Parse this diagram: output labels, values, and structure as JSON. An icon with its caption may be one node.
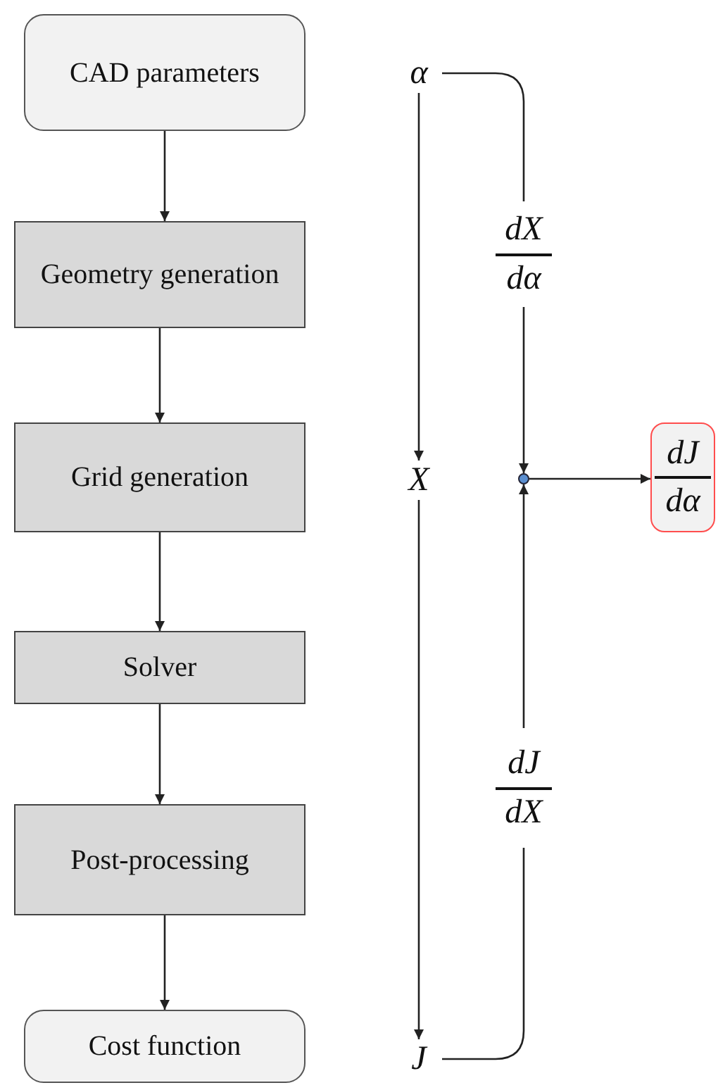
{
  "diagram": {
    "nodes": [
      {
        "text": [
          "CAD parameters"
        ]
      },
      {
        "text": [
          "Geometry generation"
        ]
      },
      {
        "text": [
          "Grid generation"
        ]
      },
      {
        "text": [
          "Solver"
        ]
      },
      {
        "text": [
          "Post-processing"
        ]
      },
      {
        "text": [
          "Cost function"
        ]
      },
      {
        "text": [
          "α"
        ]
      },
      {
        "text": [
          "X"
        ]
      },
      {
        "text": [
          "J"
        ]
      },
      {
        "text": [
          "dX",
          "dα"
        ]
      },
      {
        "text": [],
        "shape": "circle"
      },
      {
        "text": [
          "dJ",
          "dα"
        ]
      },
      {
        "text": [
          "dJ",
          "dX"
        ]
      }
    ],
    "edges": [
      {
        "from": 0,
        "to": 1,
        "arrow": "to"
      },
      {
        "from": 1,
        "to": 2,
        "arrow": "to"
      },
      {
        "from": 2,
        "to": 3,
        "arrow": "to"
      },
      {
        "from": 3,
        "to": 4,
        "arrow": "to"
      },
      {
        "from": 4,
        "to": 5,
        "arrow": "to"
      },
      {
        "from": 6,
        "to": 7,
        "arrow": "to"
      },
      {
        "from": 7,
        "to": 8,
        "arrow": "to"
      },
      {
        "from": 6,
        "to": 9,
        "arrow": "none"
      },
      {
        "from": 9,
        "to": 10,
        "arrow": "to"
      },
      {
        "from": 8,
        "to": 12,
        "arrow": "none"
      },
      {
        "from": 12,
        "to": 10,
        "arrow": "to"
      },
      {
        "from": 10,
        "to": 11,
        "arrow": "to"
      }
    ]
  }
}
